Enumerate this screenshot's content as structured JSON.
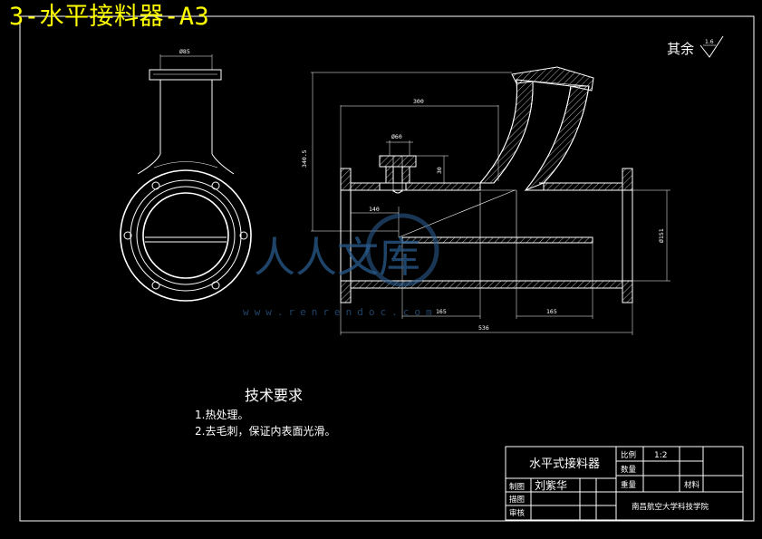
{
  "title": "3-水平接料器-A3",
  "surface_note": {
    "label": "其余",
    "value": "1.6"
  },
  "dimensions": {
    "d85": "Ø85",
    "d300": "300",
    "d3405": "340.5",
    "d60": "Ø60",
    "d30": "30",
    "d140": "140",
    "d151": "Ø151",
    "d165a": "165",
    "d165b": "165",
    "d536": "536"
  },
  "tech": {
    "heading": "技术要求",
    "items": [
      "1.热处理。",
      "2.去毛刺，保证内表面光滑。"
    ]
  },
  "title_block": {
    "part_name": "水平式接料器",
    "scale_label": "比例",
    "scale_value": "1:2",
    "qty_label": "数量",
    "drawn_label": "制图",
    "drawn_name": "刘紫华",
    "weight_label": "重量",
    "material_label": "材料",
    "draw_label": "描图",
    "review_label": "审核",
    "school": "南昌航空大学科技学院"
  },
  "watermark": {
    "text_cn": "人人文库",
    "url": "www.renrendoc.com"
  }
}
